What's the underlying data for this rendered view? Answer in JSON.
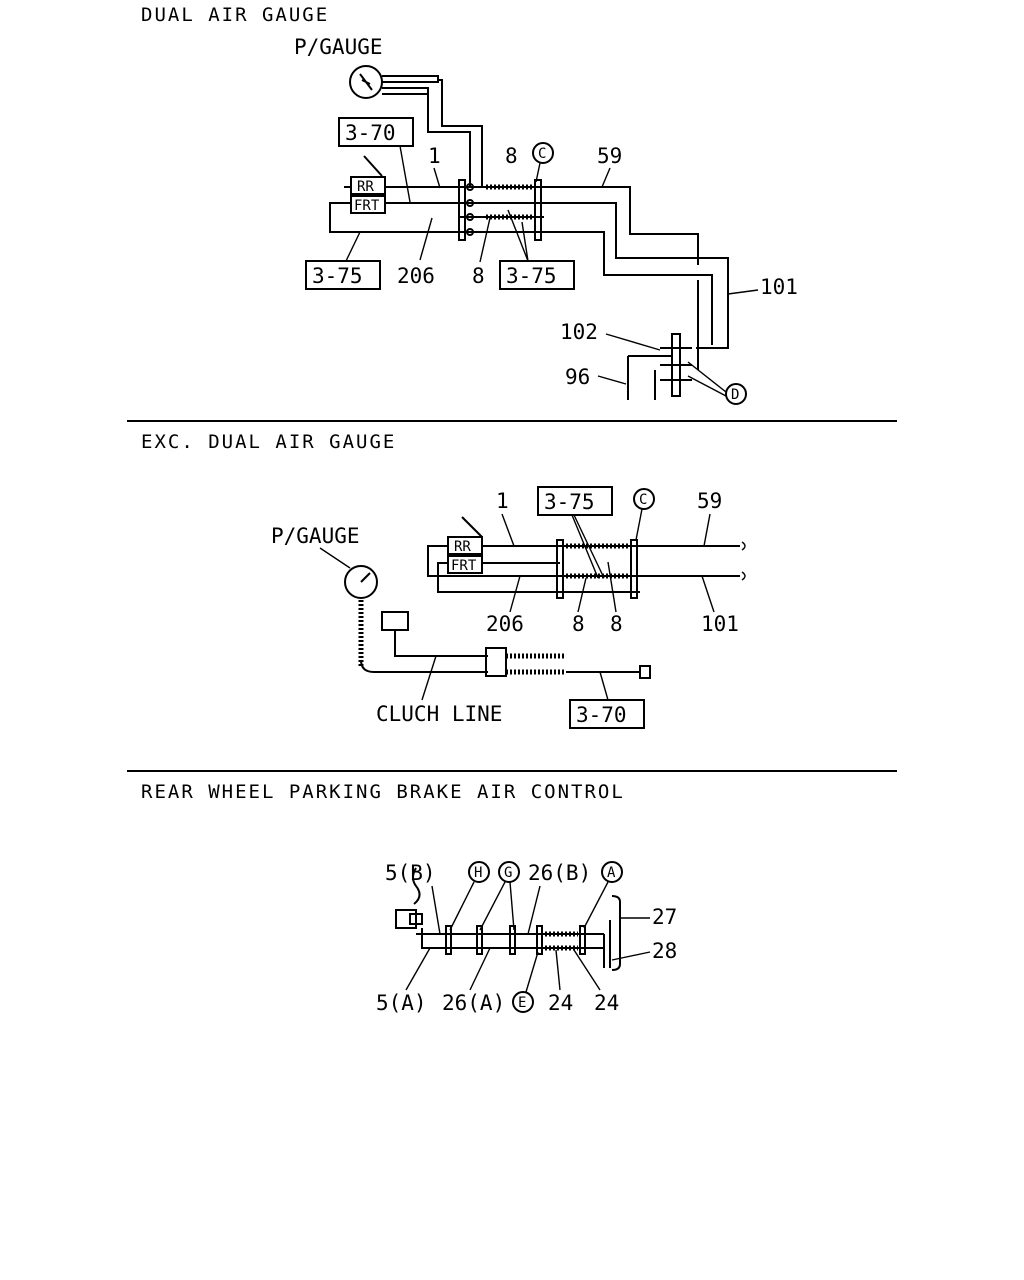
{
  "sections": [
    {
      "title": "DUAL AIR GAUGE",
      "gauge_label": "P/GAUGE",
      "valve_labels": [
        "RR",
        "FRT"
      ],
      "ref_boxes": [
        "3-70",
        "3-75",
        "3-75"
      ],
      "callouts": [
        "1",
        "8",
        "C",
        "59",
        "206",
        "8",
        "101",
        "102",
        "96",
        "D"
      ]
    },
    {
      "title": "EXC. DUAL AIR GAUGE",
      "gauge_label": "P/GAUGE",
      "valve_labels": [
        "RR",
        "FRT"
      ],
      "ref_boxes": [
        "3-75",
        "3-70"
      ],
      "callouts": [
        "1",
        "C",
        "59",
        "206",
        "8",
        "8",
        "101"
      ],
      "line_label": "CLUCH LINE"
    },
    {
      "title": "REAR WHEEL PARKING BRAKE AIR CONTROL",
      "callouts_top": [
        "5(B)",
        "H",
        "G",
        "26(B)",
        "A"
      ],
      "callouts_right": [
        "27",
        "28"
      ],
      "callouts_bottom": [
        "5(A)",
        "26(A)",
        "E",
        "24",
        "24"
      ]
    }
  ]
}
